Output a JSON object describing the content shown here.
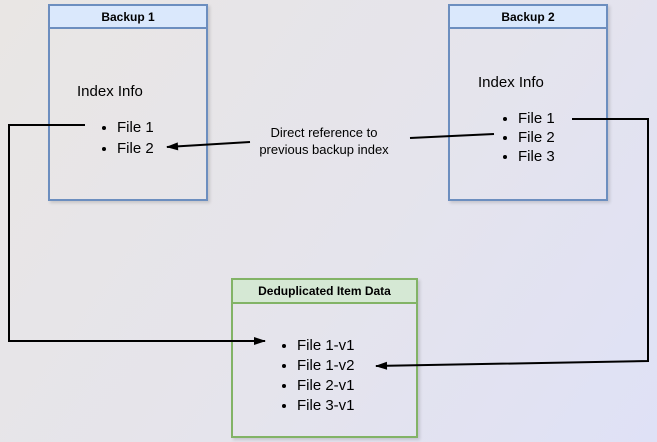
{
  "backup1": {
    "title": "Backup 1",
    "subtitle": "Index Info",
    "files": [
      "File 1",
      "File 2"
    ]
  },
  "backup2": {
    "title": "Backup 2",
    "subtitle": "Index Info",
    "files": [
      "File 1",
      "File 2",
      "File 3"
    ]
  },
  "dedup": {
    "title": "Deduplicated Item Data",
    "files": [
      "File 1-v1",
      "File 1-v2",
      "File 2-v1",
      "File 3-v1"
    ]
  },
  "edge_label": {
    "line1": "Direct reference to",
    "line2": "previous backup index"
  },
  "colors": {
    "blue_header": "#dae8fc",
    "blue_border": "#6c8ebf",
    "green_header": "#d5e8d4",
    "green_border": "#82b366",
    "arrow": "#000000",
    "bg_start": "#e9e6e4",
    "bg_end": "#dfe1f6"
  }
}
